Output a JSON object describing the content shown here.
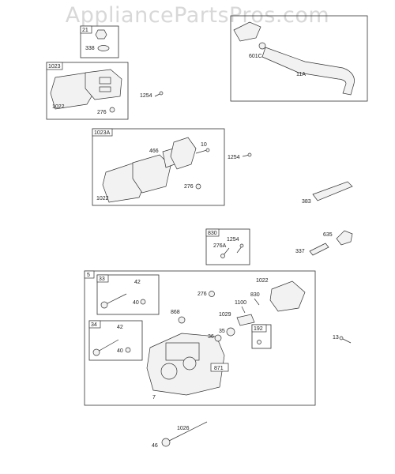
{
  "watermark": "AppliancePartsPros.com",
  "boxes": {
    "b21": "21",
    "b1023": "1023",
    "b1023a": "1023A",
    "b830": "830",
    "b5": "5",
    "b33": "33",
    "b34": "34",
    "b192": "192"
  },
  "labels": {
    "p338": "338",
    "p1022a": "1022",
    "p276a": "276",
    "p1254a": "1254",
    "p601c": "601C",
    "p11a": "11A",
    "p466": "466",
    "p10": "10",
    "p1254b": "1254",
    "p1022b": "1022",
    "p276b": "276",
    "p383": "383",
    "p1254c": "1254",
    "p276a2": "276A",
    "p635": "635",
    "p337": "337",
    "p42a": "42",
    "p40a": "40",
    "p276c": "276",
    "p1022c": "1022",
    "p830": "830",
    "p1100": "1100",
    "p868": "868",
    "p1029": "1029",
    "p42b": "42",
    "p40b": "40",
    "p35": "35",
    "p36": "36",
    "p13": "13",
    "p871": "871",
    "p7": "7",
    "p1026": "1026",
    "p46": "46"
  }
}
